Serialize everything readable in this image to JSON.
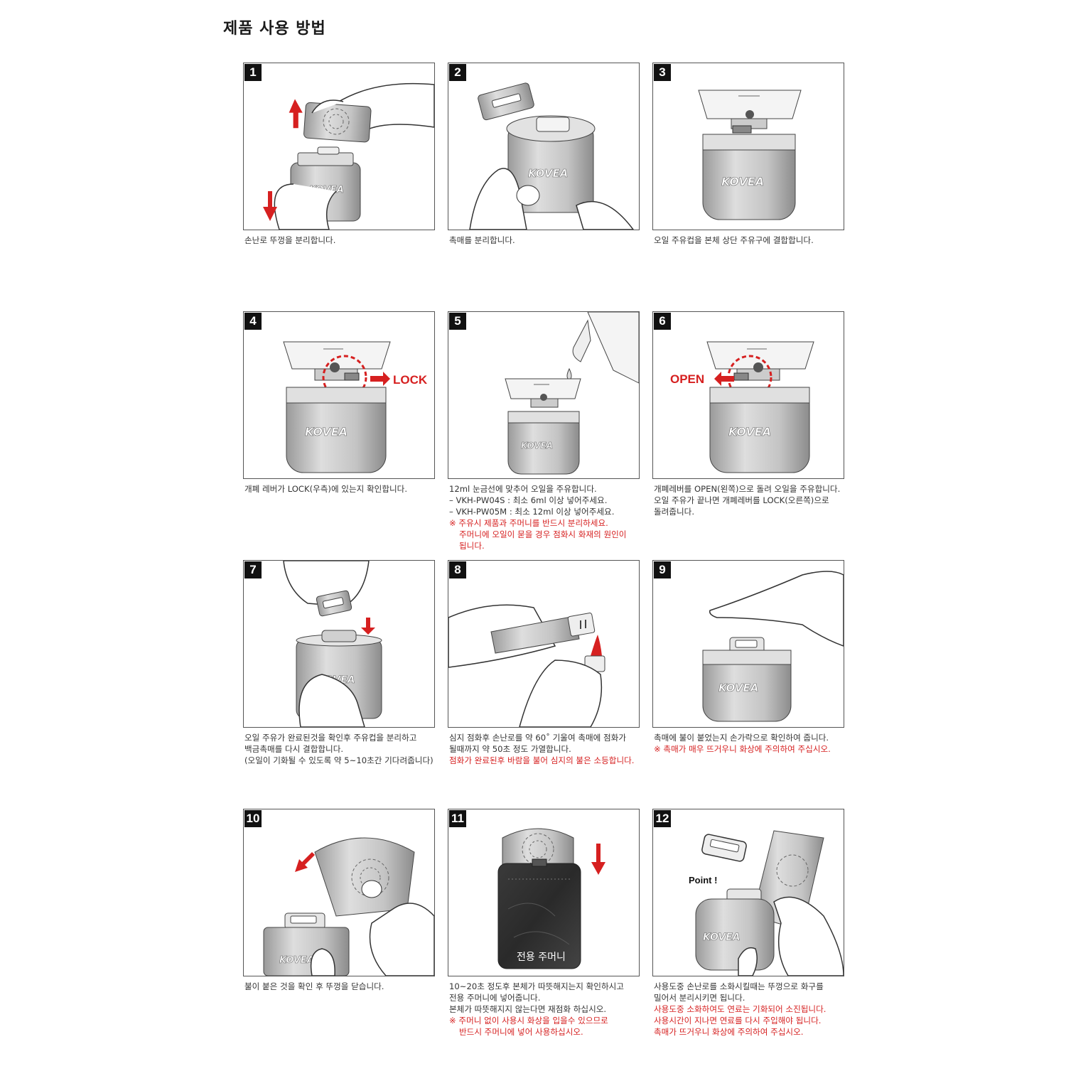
{
  "title": "제품 사용 방법",
  "brand": "KOVEA",
  "colors": {
    "accent": "#d62020",
    "metal": "#c9c9c9",
    "ink": "#222222"
  },
  "steps": [
    {
      "num": "1",
      "lines": [
        {
          "t": "손난로 뚜껑을 분리합니다.",
          "red": false
        }
      ]
    },
    {
      "num": "2",
      "lines": [
        {
          "t": "촉매를 분리합니다.",
          "red": false
        }
      ]
    },
    {
      "num": "3",
      "lines": [
        {
          "t": "오일 주유컵을 본체 상단 주유구에 결합합니다.",
          "red": false
        }
      ]
    },
    {
      "num": "4",
      "label": "LOCK",
      "lines": [
        {
          "t": "개폐 레버가 LOCK(우측)에 있는지 확인합니다.",
          "red": false
        }
      ]
    },
    {
      "num": "5",
      "lines": [
        {
          "t": "12ml 눈금선에 맞추어 오일을 주유합니다.",
          "red": false
        },
        {
          "t": "– VKH-PW04S : 최소 6ml 이상 넣어주세요.",
          "red": false
        },
        {
          "t": "– VKH-PW05M : 최소 12ml 이상 넣어주세요.",
          "red": false
        },
        {
          "t": "※ 주유시 제품과 주머니를 반드시 분리하세요.",
          "red": true
        },
        {
          "t": "주머니에 오일이 묻을 경우 점화시 화재의 원인이",
          "red": true,
          "indent": true
        },
        {
          "t": "됩니다.",
          "red": true,
          "indent": true
        }
      ]
    },
    {
      "num": "6",
      "label": "OPEN",
      "lines": [
        {
          "t": "개폐레버를 OPEN(왼쪽)으로 돌려 오일을 주유합니다.",
          "red": false
        },
        {
          "t": "오일 주유가 끝나면 개폐레버를 LOCK(오른쪽)으로",
          "red": false
        },
        {
          "t": "돌려줍니다.",
          "red": false
        }
      ]
    },
    {
      "num": "7",
      "lines": [
        {
          "t": "오일 주유가 완료된것을 확인후 주유컵을 분리하고",
          "red": false
        },
        {
          "t": "백금촉매를 다시 결합합니다.",
          "red": false
        },
        {
          "t": "(오일이 기화될 수 있도록 약 5~10초간 기다려줍니다)",
          "red": false
        }
      ]
    },
    {
      "num": "8",
      "lines": [
        {
          "t": "심지 점화후 손난로를 약 60˚ 기울여 촉매에 점화가",
          "red": false
        },
        {
          "t": "될때까지 약 50초 정도 가열합니다.",
          "red": false
        },
        {
          "t": "점화가 완료된후 바람을 불어 심지의 불은 소등합니다.",
          "red": true
        }
      ]
    },
    {
      "num": "9",
      "lines": [
        {
          "t": "촉매에 불이 붙었는지 손가락으로 확인하여 줍니다.",
          "red": false
        },
        {
          "t": "※ 촉매가 매우 뜨거우니 화상에 주의하여 주십시오.",
          "red": true
        }
      ]
    },
    {
      "num": "10",
      "lines": [
        {
          "t": "불이 붙은 것을 확인 후 뚜껑을 닫습니다.",
          "red": false
        }
      ]
    },
    {
      "num": "11",
      "label": "전용 주머니",
      "lines": [
        {
          "t": "10~20초 정도후 본체가 따뜻해지는지 확인하시고",
          "red": false
        },
        {
          "t": "전용 주머니에 넣어줍니다.",
          "red": false
        },
        {
          "t": "본체가 따뜻해지지 않는다면 재점화 하십시오.",
          "red": false
        },
        {
          "t": "※ 주머니 없이 사용시 화상을 입을수 있으므로",
          "red": true
        },
        {
          "t": "반드시 주머니에 넣어 사용하십시오.",
          "red": true,
          "indent": true
        }
      ]
    },
    {
      "num": "12",
      "label": "Point !",
      "lines": [
        {
          "t": "사용도중 손난로를 소화시킬때는 뚜껑으로 화구를",
          "red": false
        },
        {
          "t": "밀어서 분리시키면 됩니다.",
          "red": false
        },
        {
          "t": "사용도중 소화하여도 연료는 기화되어 소진됩니다.",
          "red": true
        },
        {
          "t": "사용시간이 지나면 연료를 다시 주입해야 됩니다.",
          "red": true
        },
        {
          "t": "촉매가 뜨거우니 화상에 주의하여 주십시오.",
          "red": true
        }
      ]
    }
  ]
}
